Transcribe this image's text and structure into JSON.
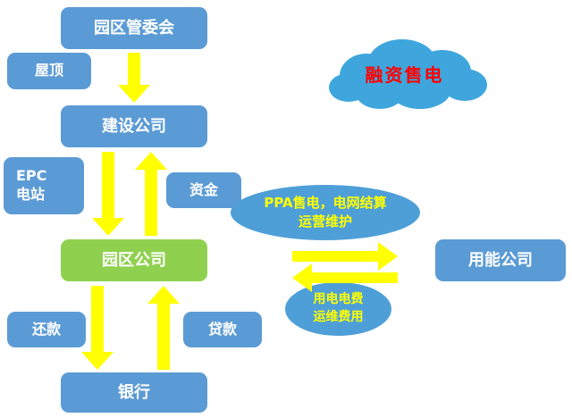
{
  "diagram_title": "融资售电",
  "nodes": {
    "committee": {
      "label": "园区管委会"
    },
    "rooftop": {
      "label": "屋顶"
    },
    "construction": {
      "label": "建设公司"
    },
    "epc": {
      "label": "EPC\n电站"
    },
    "funds": {
      "label": "资金"
    },
    "park": {
      "label": "园区公司"
    },
    "repayment": {
      "label": "还款"
    },
    "loan": {
      "label": "贷款"
    },
    "bank": {
      "label": "银行"
    },
    "energy_company": {
      "label": "用能公司"
    },
    "cloud": {
      "label": "融资售电"
    },
    "ppa": {
      "label": "PPA售电，电网结算\n运营维护"
    },
    "fees": {
      "label": "用电电费\n运维费用"
    }
  },
  "colors": {
    "node_blue": "#5B9BD5",
    "node_green": "#8FD14F",
    "ellipse_blue": "#4E9FD8",
    "arrow_yellow": "#FFFF00",
    "cloud_blue": "#3EA6DD",
    "cloud_text_red": "#FF0000",
    "ellipse_text_yellow": "#FFFF00",
    "box_text_white": "#FFFFFF"
  }
}
